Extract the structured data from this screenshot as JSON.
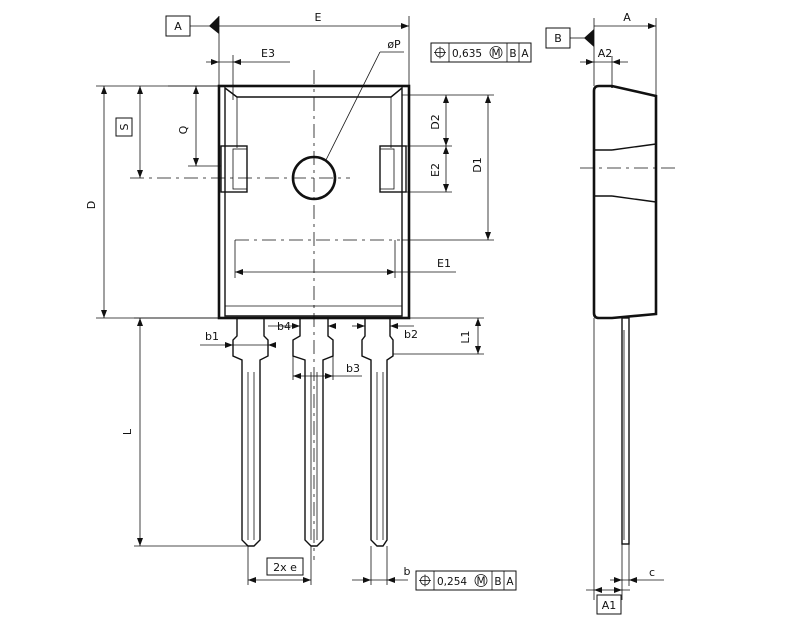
{
  "datums": {
    "a": "A",
    "b": "B",
    "a1": "A1"
  },
  "dims": {
    "e": "E",
    "e1": "E1",
    "e2": "E2",
    "e3": "E3",
    "d": "D",
    "d1": "D1",
    "d2": "D2",
    "q": "Q",
    "s": "S",
    "p": "øP",
    "l": "L",
    "l1": "L1",
    "b": "b",
    "b1": "b1",
    "b2": "b2",
    "b3": "b3",
    "b4": "b4",
    "pitch": "2x e",
    "a": "A",
    "a2": "A2",
    "c": "c"
  },
  "tolerance_frames": {
    "hole": {
      "value": "0,635",
      "modifier": "M",
      "ref1": "B",
      "ref2": "A"
    },
    "leads": {
      "value": "0,254",
      "modifier": "M",
      "ref1": "B",
      "ref2": "A"
    }
  }
}
